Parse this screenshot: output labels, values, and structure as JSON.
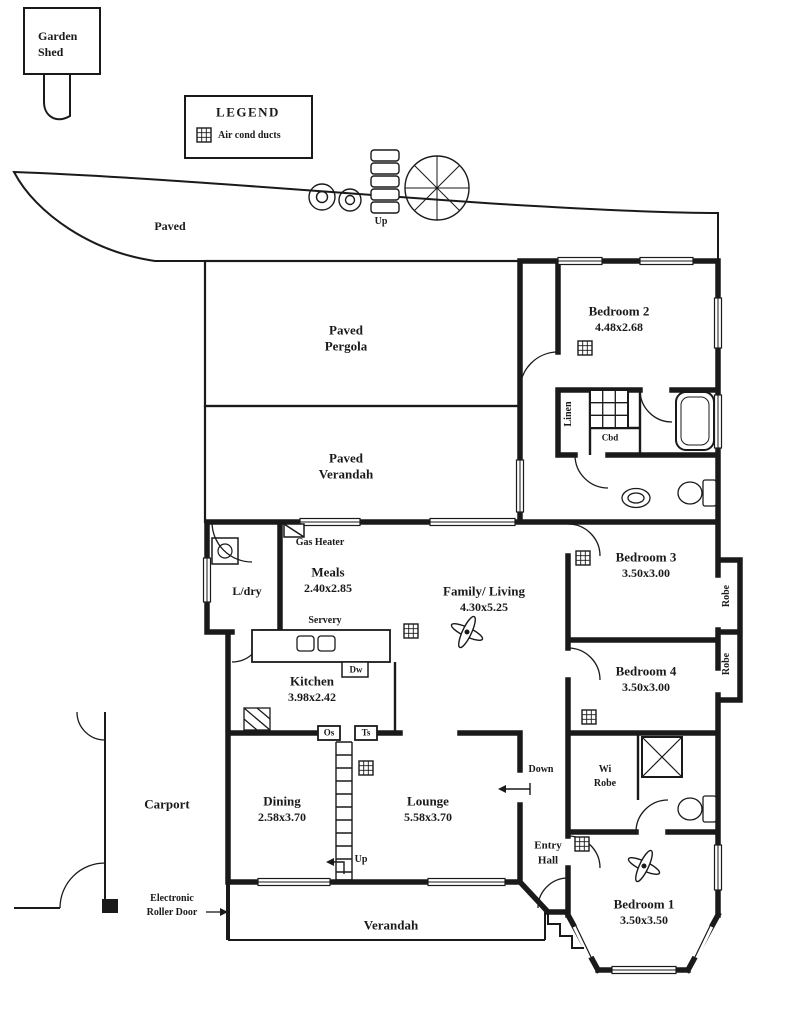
{
  "shed": {
    "line1": "Garden",
    "line2": "Shed"
  },
  "legend": {
    "title": "LEGEND",
    "air_duct_label": "Air cond ducts"
  },
  "outdoor": {
    "paved": "Paved",
    "up_top": "Up",
    "pergola_line1": "Paved",
    "pergola_line2": "Pergola",
    "paved_verandah_line1": "Paved",
    "paved_verandah_line2": "Verandah",
    "carport": "Carport",
    "roller_line1": "Electronic",
    "roller_line2": "Roller Door",
    "verandah": "Verandah"
  },
  "rooms": {
    "bedroom1": {
      "name": "Bedroom 1",
      "size": "3.50x3.50"
    },
    "bedroom2": {
      "name": "Bedroom 2",
      "size": "4.48x2.68"
    },
    "bedroom3": {
      "name": "Bedroom 3",
      "size": "3.50x3.00"
    },
    "bedroom4": {
      "name": "Bedroom 4",
      "size": "3.50x3.00"
    },
    "family": {
      "name": "Family/ Living",
      "size": "4.30x5.25"
    },
    "meals": {
      "name": "Meals",
      "size": "2.40x2.85"
    },
    "kitchen": {
      "name": "Kitchen",
      "size": "3.98x2.42"
    },
    "dining": {
      "name": "Dining",
      "size": "2.58x3.70"
    },
    "lounge": {
      "name": "Lounge",
      "size": "5.58x3.70"
    },
    "laundry": {
      "name": "L/dry"
    },
    "entry": {
      "line1": "Entry",
      "line2": "Hall"
    }
  },
  "fixtures": {
    "gas_heater": "Gas Heater",
    "servery": "Servery",
    "dishwasher": "Dw",
    "bench_left": "Os",
    "bench_right": "Ts",
    "linen": "Linen",
    "cupboard": "Cbd",
    "robe_bed3": "Robe",
    "robe_bed4": "Robe",
    "wi_robe_line1": "Wi",
    "wi_robe_line2": "Robe",
    "down": "Down",
    "up_stairs": "Up"
  }
}
